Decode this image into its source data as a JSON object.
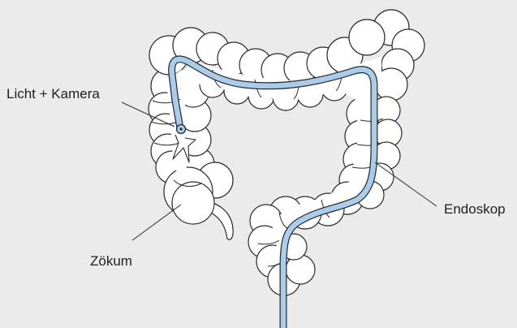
{
  "labels": {
    "light_camera": "Licht + Kamera",
    "cecum": "Zökum",
    "endoscope": "Endoskop"
  },
  "colors": {
    "background": "#ebebeb",
    "colon_fill": "#ffffff",
    "outline": "#2a2a2a",
    "endoscope_tube": "#a9cdea"
  }
}
